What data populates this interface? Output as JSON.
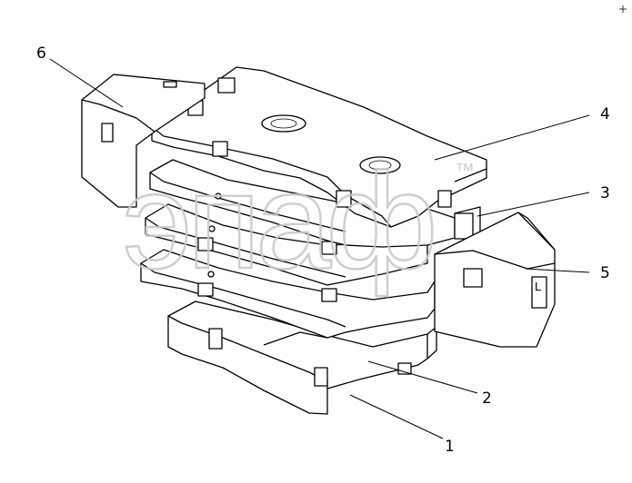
{
  "callouts": [
    {
      "id": "1",
      "label": "1"
    },
    {
      "id": "2",
      "label": "2"
    },
    {
      "id": "3",
      "label": "3"
    },
    {
      "id": "4",
      "label": "4"
    },
    {
      "id": "5",
      "label": "5"
    },
    {
      "id": "6",
      "label": "6"
    }
  ],
  "side_marks": {
    "part5_letter": "L"
  },
  "watermark": {
    "text": "эпаф",
    "tm": "™"
  }
}
